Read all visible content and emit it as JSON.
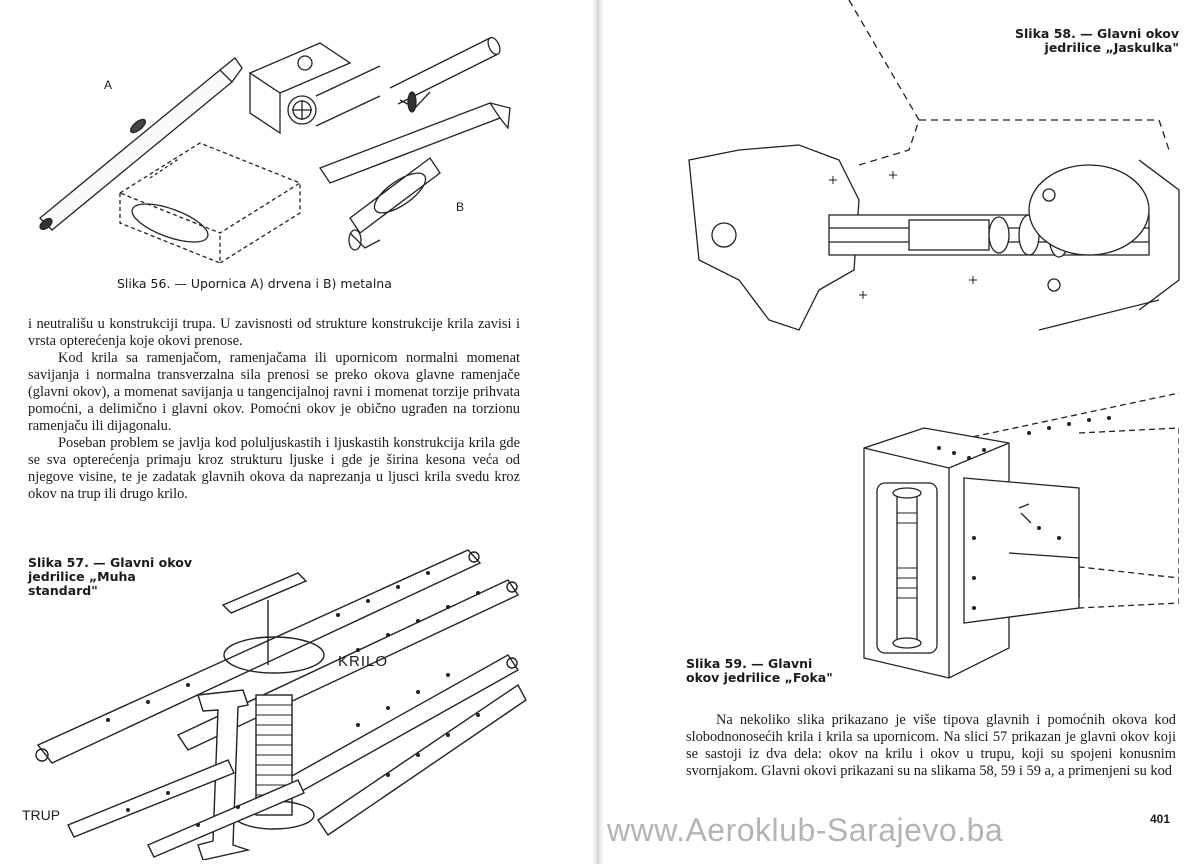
{
  "left_page": {
    "fig56": {
      "label_a": "A",
      "label_b": "B",
      "caption": "Slika 56. — Upornica A) drvena i B) metalna"
    },
    "paragraphs": [
      "i neutrališu u konstrukciji trupa. U zavisnosti od strukture konstrukcije krila zavisi i vrsta opterećenja koje okovi prenose.",
      "Kod krila sa ramenjačom, ramenjačama ili upornicom normalni momenat savijanja i normalna transverzalna sila prenosi se preko okova glavne ramenjače (glavni okov), a momenat savijanja u tangencijalnoj ravni i momenat torzije prihvata pomoćni, a delimično i glavni okov. Pomoćni okov je obično ugrađen na torzionu ramenjaču ili dijagonalu.",
      "Poseban problem se javlja kod poluljuskastih i ljuskastih konstrukcija krila gde se sva opterećenja primaju kroz strukturu ljuske i gde je širina kesona veća od njegove visine, te je zadatak glavnih okova da naprezanja u ljusci krila svedu kroz okov na trup ili drugo krilo."
    ],
    "fig57": {
      "caption": "Slika 57. — Glavni okov jedrilice „Muha standard\"",
      "label_krilo": "KRILO",
      "label_trup": "TRUP"
    }
  },
  "right_page": {
    "fig58": {
      "caption": "Slika 58. — Glavni okov jedrilice „Jaskulka\""
    },
    "fig59": {
      "caption": "Slika 59. — Glavni okov jedrilice „Foka\""
    },
    "paragraphs": [
      "Na nekoliko slika prikazano je više tipova glavnih i pomoćnih okova kod slobodnonosećih krila i krila sa upornicom. Na slici 57 prikazan je glavni okov koji se sastoji iz dva dela: okov na krilu i okov u trupu, koji su spojeni konusnim svornjakom. Glavni okovi prikazani su na slikama 58, 59 i 59 a, a primenjeni su kod"
    ],
    "page_number": "401"
  },
  "watermark": "www.Aeroklub-Sarajevo.ba"
}
